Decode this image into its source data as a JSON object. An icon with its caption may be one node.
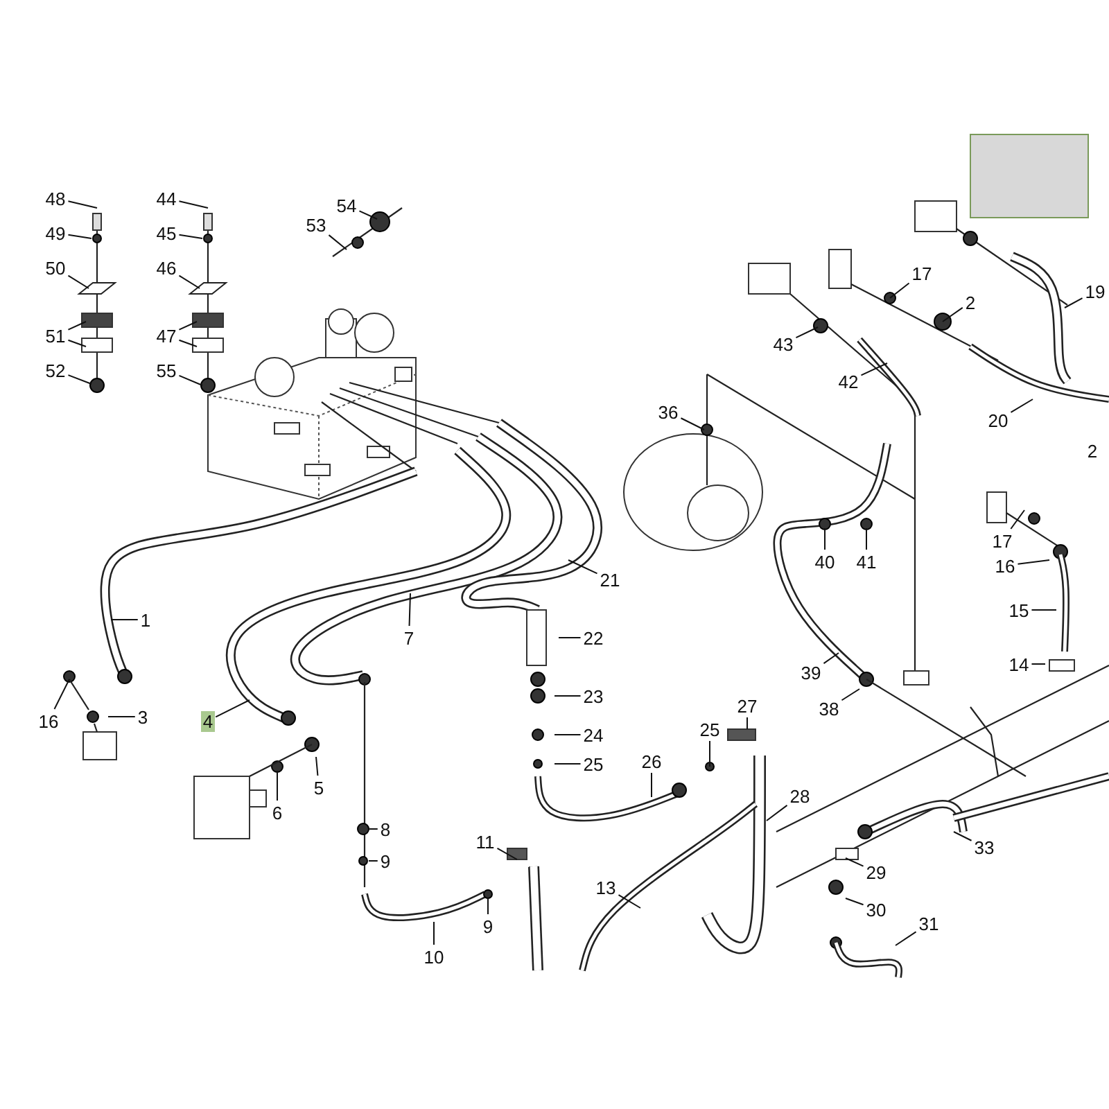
{
  "diagram": {
    "nodes": [
      {
        "text": [
          "48"
        ]
      },
      {
        "text": [
          "49"
        ]
      },
      {
        "text": [
          "50"
        ]
      },
      {
        "text": [
          "51"
        ]
      },
      {
        "text": [
          "52"
        ]
      },
      {
        "text": [
          "44"
        ]
      },
      {
        "text": [
          "45"
        ]
      },
      {
        "text": [
          "46"
        ]
      },
      {
        "text": [
          "47"
        ]
      },
      {
        "text": [
          "55"
        ]
      },
      {
        "text": [
          "54"
        ]
      },
      {
        "text": [
          "53"
        ]
      },
      {
        "text": [
          "17"
        ]
      },
      {
        "text": [
          "2"
        ]
      },
      {
        "text": [
          "19"
        ]
      },
      {
        "text": [
          "43"
        ]
      },
      {
        "text": [
          "42"
        ]
      },
      {
        "text": [
          "36"
        ]
      },
      {
        "text": [
          "20"
        ]
      },
      {
        "text": [
          "21"
        ]
      },
      {
        "text": [
          "1"
        ]
      },
      {
        "text": [
          "7"
        ]
      },
      {
        "text": [
          "16"
        ]
      },
      {
        "text": [
          "3"
        ]
      },
      {
        "text": [
          "4"
        ]
      },
      {
        "text": [
          "5"
        ]
      },
      {
        "text": [
          "6"
        ]
      },
      {
        "text": [
          "8"
        ]
      },
      {
        "text": [
          "9"
        ]
      },
      {
        "text": [
          "22"
        ]
      },
      {
        "text": [
          "23"
        ]
      },
      {
        "text": [
          "24"
        ]
      },
      {
        "text": [
          "25"
        ]
      },
      {
        "text": [
          "26"
        ]
      },
      {
        "text": [
          "25"
        ]
      },
      {
        "text": [
          "27"
        ]
      },
      {
        "text": [
          "28"
        ]
      },
      {
        "text": [
          "40"
        ]
      },
      {
        "text": [
          "41"
        ]
      },
      {
        "text": [
          "39"
        ]
      },
      {
        "text": [
          "38"
        ]
      },
      {
        "text": [
          "17"
        ]
      },
      {
        "text": [
          "16"
        ]
      },
      {
        "text": [
          "15"
        ]
      },
      {
        "text": [
          "14"
        ]
      },
      {
        "text": [
          "11"
        ]
      },
      {
        "text": [
          "9"
        ]
      },
      {
        "text": [
          "10"
        ]
      },
      {
        "text": [
          "13"
        ]
      },
      {
        "text": [
          "29"
        ]
      },
      {
        "text": [
          "30"
        ]
      },
      {
        "text": [
          "33"
        ]
      },
      {
        "text": [
          "31"
        ]
      }
    ],
    "edges": [
      {
        "from": 0,
        "to": null,
        "arrow": "none"
      },
      {
        "from": 1,
        "to": null,
        "arrow": "none"
      },
      {
        "from": 2,
        "to": null,
        "arrow": "none"
      },
      {
        "from": 3,
        "to": null,
        "arrow": "none"
      },
      {
        "from": 3,
        "to": null,
        "arrow": "none"
      },
      {
        "from": 4,
        "to": null,
        "arrow": "none"
      },
      {
        "from": 5,
        "to": null,
        "arrow": "none"
      },
      {
        "from": 6,
        "to": null,
        "arrow": "none"
      },
      {
        "from": 7,
        "to": null,
        "arrow": "none"
      },
      {
        "from": 8,
        "to": null,
        "arrow": "none"
      },
      {
        "from": 8,
        "to": null,
        "arrow": "none"
      },
      {
        "from": 9,
        "to": null,
        "arrow": "none"
      },
      {
        "from": 10,
        "to": null,
        "arrow": "none"
      },
      {
        "from": 11,
        "to": null,
        "arrow": "none"
      },
      {
        "from": 12,
        "to": null,
        "arrow": "none"
      },
      {
        "from": 13,
        "to": null,
        "arrow": "none"
      },
      {
        "from": 14,
        "to": null,
        "arrow": "none"
      },
      {
        "from": 15,
        "to": null,
        "arrow": "none"
      },
      {
        "from": 16,
        "to": null,
        "arrow": "none"
      },
      {
        "from": 17,
        "to": null,
        "arrow": "none"
      },
      {
        "from": 18,
        "to": null,
        "arrow": "none"
      },
      {
        "from": 19,
        "to": null,
        "arrow": "none"
      },
      {
        "from": 20,
        "to": null,
        "arrow": "none"
      },
      {
        "from": 21,
        "to": null,
        "arrow": "none"
      },
      {
        "from": 22,
        "to": null,
        "arrow": "none"
      },
      {
        "from": 23,
        "to": null,
        "arrow": "none"
      },
      {
        "from": 24,
        "to": null,
        "arrow": "none"
      },
      {
        "from": 25,
        "to": null,
        "arrow": "none"
      },
      {
        "from": 26,
        "to": null,
        "arrow": "none"
      },
      {
        "from": 27,
        "to": null,
        "arrow": "none"
      },
      {
        "from": 28,
        "to": null,
        "arrow": "none"
      },
      {
        "from": 29,
        "to": null,
        "arrow": "none"
      },
      {
        "from": 30,
        "to": null,
        "arrow": "none"
      },
      {
        "from": 31,
        "to": null,
        "arrow": "none"
      },
      {
        "from": 32,
        "to": null,
        "arrow": "none"
      },
      {
        "from": 33,
        "to": null,
        "arrow": "none"
      },
      {
        "from": 34,
        "to": null,
        "arrow": "none"
      },
      {
        "from": 35,
        "to": null,
        "arrow": "none"
      },
      {
        "from": 36,
        "to": null,
        "arrow": "none"
      },
      {
        "from": 37,
        "to": null,
        "arrow": "none"
      },
      {
        "from": 38,
        "to": null,
        "arrow": "none"
      },
      {
        "from": 39,
        "to": null,
        "arrow": "none"
      },
      {
        "from": 40,
        "to": null,
        "arrow": "none"
      },
      {
        "from": 41,
        "to": null,
        "arrow": "none"
      },
      {
        "from": 42,
        "to": null,
        "arrow": "none"
      },
      {
        "from": 43,
        "to": null,
        "arrow": "none"
      },
      {
        "from": 44,
        "to": null,
        "arrow": "none"
      },
      {
        "from": 45,
        "to": null,
        "arrow": "none"
      },
      {
        "from": 46,
        "to": null,
        "arrow": "none"
      },
      {
        "from": 47,
        "to": null,
        "arrow": "none"
      },
      {
        "from": 48,
        "to": null,
        "arrow": "none"
      },
      {
        "from": 49,
        "to": null,
        "arrow": "none"
      },
      {
        "from": 50,
        "to": null,
        "arrow": "none"
      },
      {
        "from": 51,
        "to": null,
        "arrow": "none"
      },
      {
        "from": 52,
        "to": null,
        "arrow": "none"
      }
    ],
    "labels": [
      "2"
    ]
  }
}
